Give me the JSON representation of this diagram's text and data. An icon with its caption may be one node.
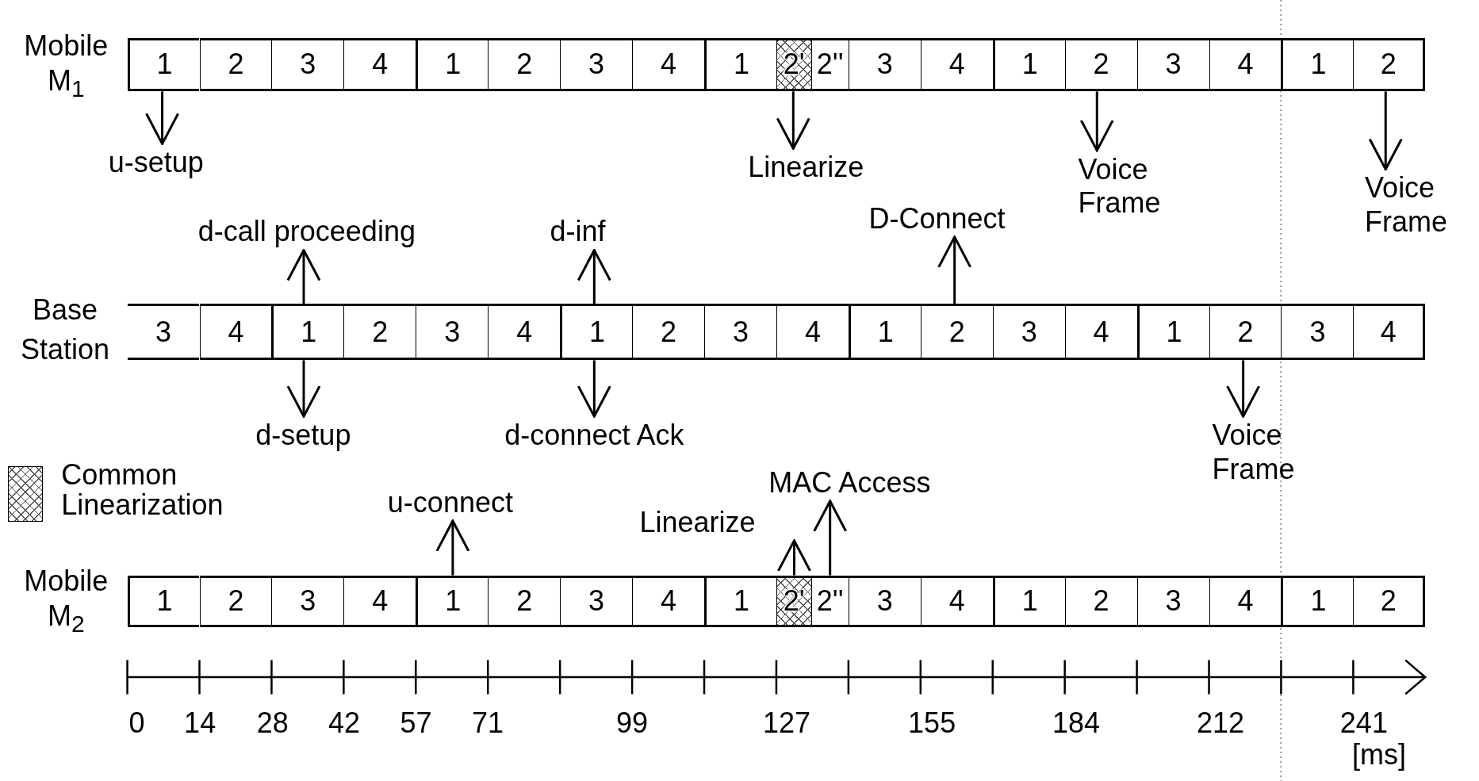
{
  "diagram": {
    "nodes": [
      {
        "text": [
          "Mobile M$_{1}$"
        ]
      },
      {
        "text": [
          "1"
        ],
        "in": 0
      },
      {
        "text": [
          "2"
        ],
        "in": 0
      },
      {
        "text": [
          "3"
        ],
        "in": 0
      },
      {
        "text": [
          "4"
        ],
        "in": 0
      },
      {
        "text": [
          "1"
        ],
        "in": 0
      },
      {
        "text": [
          "2"
        ],
        "in": 0
      },
      {
        "text": [
          "3"
        ],
        "in": 0
      },
      {
        "text": [
          "4"
        ],
        "in": 0
      },
      {
        "text": [
          "1"
        ],
        "in": 0
      },
      {
        "text": [
          "2'"
        ],
        "in": 0
      },
      {
        "text": [
          "2''"
        ],
        "in": 0
      },
      {
        "text": [
          "3"
        ],
        "in": 0
      },
      {
        "text": [
          "4"
        ],
        "in": 0
      },
      {
        "text": [
          "1"
        ],
        "in": 0
      },
      {
        "text": [
          "2"
        ],
        "in": 0
      },
      {
        "text": [
          "3"
        ],
        "in": 0
      },
      {
        "text": [
          "4"
        ],
        "in": 0
      },
      {
        "text": [
          "1"
        ],
        "in": 0
      },
      {
        "text": [
          "2"
        ],
        "in": 0
      },
      {
        "text": [
          "Base Station"
        ]
      },
      {
        "text": [
          "3"
        ],
        "in": 20
      },
      {
        "text": [
          "4"
        ],
        "in": 20
      },
      {
        "text": [
          "1"
        ],
        "in": 20
      },
      {
        "text": [
          "2"
        ],
        "in": 20
      },
      {
        "text": [
          "3"
        ],
        "in": 20
      },
      {
        "text": [
          "4"
        ],
        "in": 20
      },
      {
        "text": [
          "1"
        ],
        "in": 20
      },
      {
        "text": [
          "2"
        ],
        "in": 20
      },
      {
        "text": [
          "3"
        ],
        "in": 20
      },
      {
        "text": [
          "4"
        ],
        "in": 20
      },
      {
        "text": [
          "1"
        ],
        "in": 20
      },
      {
        "text": [
          "2"
        ],
        "in": 20
      },
      {
        "text": [
          "3"
        ],
        "in": 20
      },
      {
        "text": [
          "4"
        ],
        "in": 20
      },
      {
        "text": [
          "1"
        ],
        "in": 20
      },
      {
        "text": [
          "2"
        ],
        "in": 20
      },
      {
        "text": [
          "3"
        ],
        "in": 20
      },
      {
        "text": [
          "4"
        ],
        "in": 20
      },
      {
        "text": [
          "Mobile M$_{2}$"
        ]
      },
      {
        "text": [
          "1"
        ],
        "in": 39
      },
      {
        "text": [
          "2"
        ],
        "in": 39
      },
      {
        "text": [
          "3"
        ],
        "in": 39
      },
      {
        "text": [
          "4"
        ],
        "in": 39
      },
      {
        "text": [
          "1"
        ],
        "in": 39
      },
      {
        "text": [
          "2"
        ],
        "in": 39
      },
      {
        "text": [
          "3"
        ],
        "in": 39
      },
      {
        "text": [
          "4"
        ],
        "in": 39
      },
      {
        "text": [
          "1"
        ],
        "in": 39
      },
      {
        "text": [
          "2'"
        ],
        "in": 39
      },
      {
        "text": [
          "2''"
        ],
        "in": 39
      },
      {
        "text": [
          "3"
        ],
        "in": 39
      },
      {
        "text": [
          "4"
        ],
        "in": 39
      },
      {
        "text": [
          "1"
        ],
        "in": 39
      },
      {
        "text": [
          "2"
        ],
        "in": 39
      },
      {
        "text": [
          "3"
        ],
        "in": 39
      },
      {
        "text": [
          "4"
        ],
        "in": 39
      },
      {
        "text": [
          "1"
        ],
        "in": 39
      },
      {
        "text": [
          "2"
        ],
        "in": 39
      },
      {
        "text": [
          "u-setup"
        ]
      },
      {
        "text": [
          "Linearize"
        ]
      },
      {
        "text": [
          "Voice Frame"
        ]
      },
      {
        "text": [
          "Voice Frame"
        ]
      },
      {
        "text": [
          "d-call proceeding"
        ]
      },
      {
        "text": [
          "d-inf"
        ]
      },
      {
        "text": [
          "D-Connect"
        ]
      },
      {
        "text": [
          "d-setup"
        ]
      },
      {
        "text": [
          "d-connect Ack"
        ]
      },
      {
        "text": [
          "Voice Frame"
        ]
      },
      {
        "text": [
          "u-connect"
        ]
      },
      {
        "text": [
          "Linearize"
        ]
      },
      {
        "text": [
          "MAC Access"
        ]
      }
    ],
    "edges": [
      {
        "from": 1,
        "to": 59,
        "arrow": "to"
      },
      {
        "from": 10,
        "to": 60,
        "arrow": "to"
      },
      {
        "from": 15,
        "to": 61,
        "arrow": "to"
      },
      {
        "from": 19,
        "to": 62,
        "arrow": "to"
      },
      {
        "from": 23,
        "to": 63,
        "arrow": "to"
      },
      {
        "from": 27,
        "to": 64,
        "arrow": "to"
      },
      {
        "from": 32,
        "to": 65,
        "arrow": "to"
      },
      {
        "from": 23,
        "to": 66,
        "arrow": "to"
      },
      {
        "from": 27,
        "to": 67,
        "arrow": "to"
      },
      {
        "from": 36,
        "to": 68,
        "arrow": "to"
      },
      {
        "from": 44,
        "to": 69,
        "arrow": "to"
      },
      {
        "from": 49,
        "to": 70,
        "arrow": "to"
      },
      {
        "from": 50,
        "to": 71,
        "arrow": "to"
      }
    ],
    "labels": [
      "0",
      "14",
      "28",
      "42",
      "57",
      "71",
      "99",
      "127",
      "155",
      "184",
      "212",
      "241",
      "[ms]"
    ],
    "legend": [
      {
        "text": "Common Linearization"
      }
    ]
  }
}
